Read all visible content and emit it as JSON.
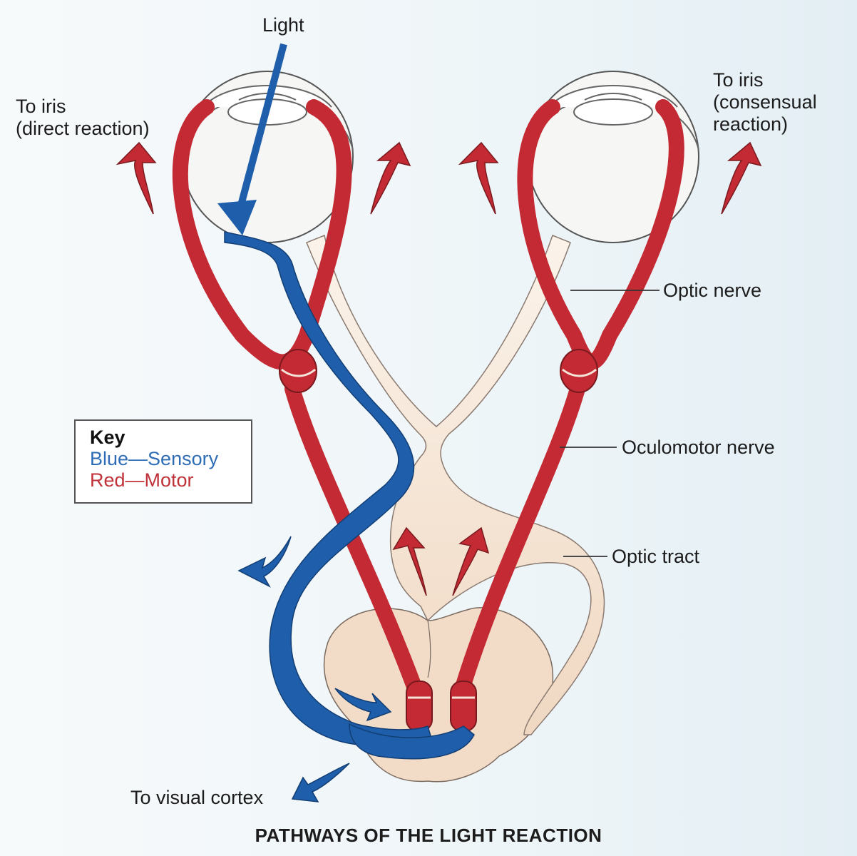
{
  "labels": {
    "light": "Light",
    "to_iris_direct": "To iris\n(direct reaction)",
    "to_iris_consensual": "To iris\n(consensual\nreaction)",
    "optic_nerve": "Optic nerve",
    "oculomotor_nerve": "Oculomotor nerve",
    "optic_tract": "Optic tract",
    "to_visual_cortex": "To visual cortex"
  },
  "key": {
    "title": "Key",
    "blue": "Blue—Sensory",
    "red": "Red—Motor"
  },
  "title": "PATHWAYS OF THE LIGHT REACTION",
  "colors": {
    "sensory": "#1f5eaa",
    "motor": "#c32a33",
    "optic_pathway": "#f3dfcb",
    "midbrain": "#f1ddc9"
  }
}
